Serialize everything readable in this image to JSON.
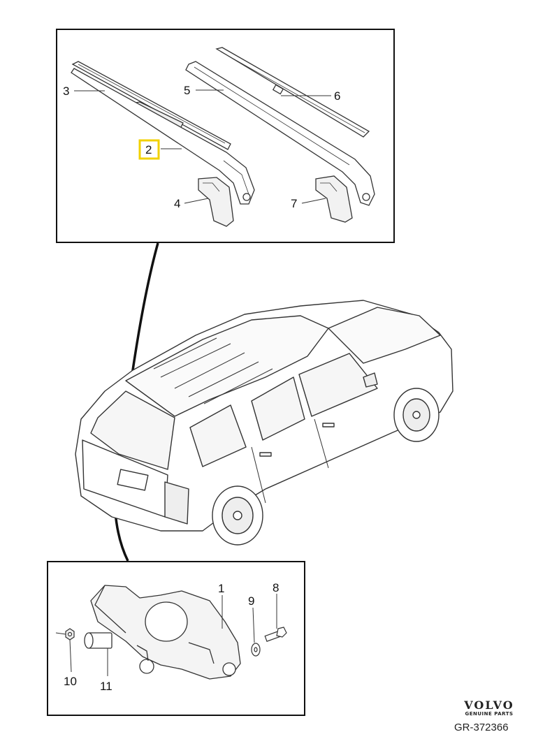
{
  "callouts": {
    "c1": "1",
    "c2": "2",
    "c3": "3",
    "c4": "4",
    "c5": "5",
    "c6": "6",
    "c7": "7",
    "c8": "8",
    "c9": "9",
    "c10": "10",
    "c11": "11"
  },
  "highlight_color": "#f2d100",
  "logo": {
    "brand": "VOLVO",
    "subtitle": "GENUINE PARTS"
  },
  "reference": "GR-372366"
}
